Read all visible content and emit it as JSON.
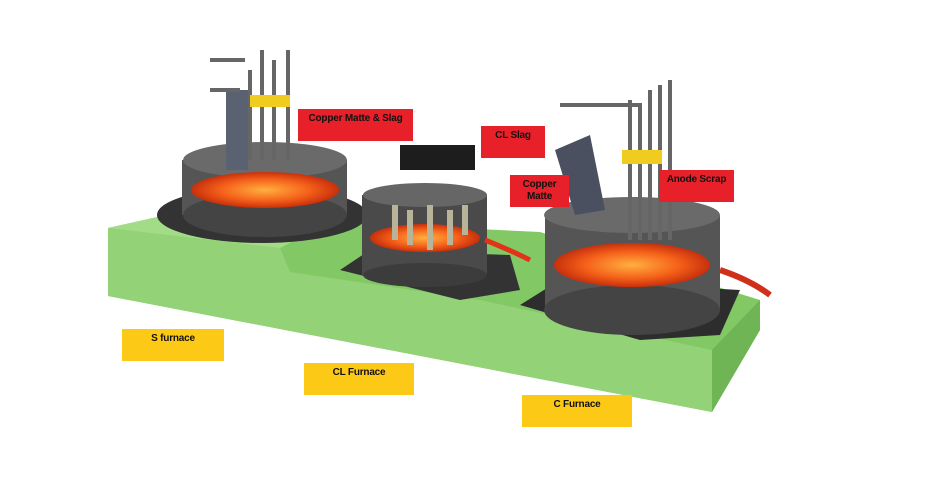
{
  "labels": {
    "process": [
      {
        "text": "Copper Matte & Slag"
      },
      {
        "text": "CL Slag"
      },
      {
        "text": "Copper Matte"
      },
      {
        "text": "Anode Scrap"
      }
    ],
    "furnaces": [
      {
        "text": "S furnace"
      },
      {
        "text": "CL Furnace"
      },
      {
        "text": "C Furnace"
      }
    ]
  },
  "colors": {
    "process_label": "#e8202a",
    "furnace_label": "#fdc917",
    "base": "#8fd06e",
    "molten": "#f25a14"
  }
}
